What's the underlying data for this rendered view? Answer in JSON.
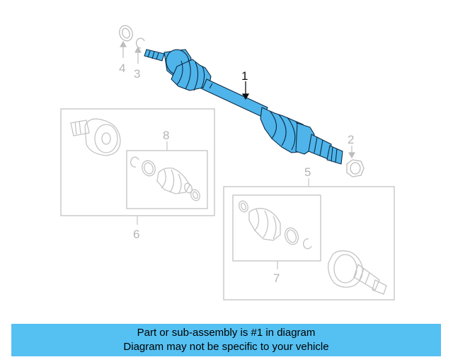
{
  "diagram": {
    "callouts": {
      "c1": "1",
      "c2": "2",
      "c3": "3",
      "c4": "4",
      "c5": "5",
      "c6": "6",
      "c7": "7",
      "c8": "8"
    },
    "highlighted_part": "1",
    "colors": {
      "highlight_fill": "#4fb4ea",
      "highlight_stroke": "#0a2a44",
      "faded_line": "#bdbdbd",
      "banner_bg": "#55c0f2"
    }
  },
  "banner": {
    "line1": "Part or sub-assembly is #1 in diagram",
    "line2": "Diagram may not be specific to your vehicle"
  }
}
